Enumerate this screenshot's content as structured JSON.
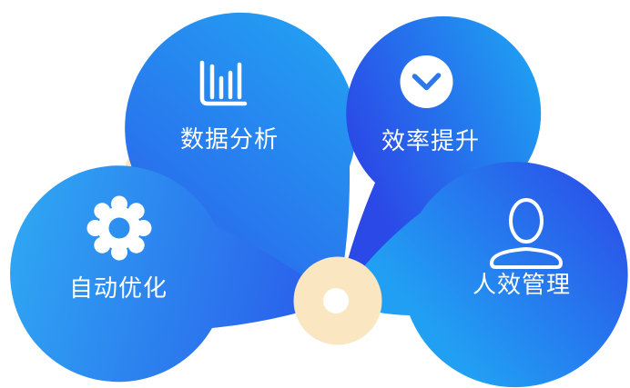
{
  "background": "#FFFFFF",
  "center": {
    "fill": "#FAE7C2",
    "hole_fill": "#FFFFFF"
  },
  "icon_stroke": "#FFFFFF",
  "check_stroke": "#2D77ED",
  "petals": [
    {
      "label": "数据分析",
      "icon": "bar-chart-icon",
      "gradient_from": "#2B63EB",
      "gradient_to": "#22A5F3"
    },
    {
      "label": "效率提升",
      "icon": "check-circle-icon",
      "gradient_from": "#2B49E7",
      "gradient_to": "#1F9EF2"
    },
    {
      "label": "自动优化",
      "icon": "gear-icon",
      "gradient_from": "#2FA6F3",
      "gradient_to": "#2A62EB"
    },
    {
      "label": "人效管理",
      "icon": "person-icon",
      "gradient_from": "#2B51E9",
      "gradient_to": "#21A0F3"
    }
  ]
}
